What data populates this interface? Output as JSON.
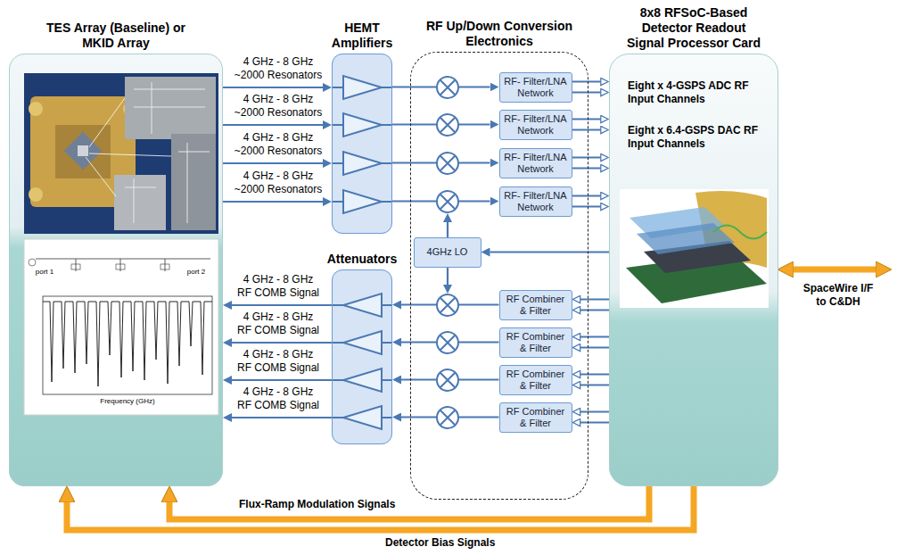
{
  "diagram": {
    "nodes": [
      {
        "text": [
          "TES Array (Baseline) or MKID Array"
        ]
      },
      {
        "text": [
          "HEMT Amplifiers"
        ]
      },
      {
        "text": [
          "Attenuators"
        ]
      },
      {
        "text": [
          "RF Up/Down Conversion Electronics"
        ]
      },
      {
        "text": [
          "RF- Filter/LNA Network"
        ],
        "in": 3
      },
      {
        "text": [
          "RF- Filter/LNA Network"
        ],
        "in": 3
      },
      {
        "text": [
          "RF- Filter/LNA Network"
        ],
        "in": 3
      },
      {
        "text": [
          "RF- Filter/LNA Network"
        ],
        "in": 3
      },
      {
        "text": [
          "4GHz LO"
        ],
        "in": 3
      },
      {
        "text": [
          "RF Combiner & Filter"
        ],
        "in": 3
      },
      {
        "text": [
          "RF Combiner & Filter"
        ],
        "in": 3
      },
      {
        "text": [
          "RF Combiner & Filter"
        ],
        "in": 3
      },
      {
        "text": [
          "RF Combiner & Filter"
        ],
        "in": 3
      },
      {
        "text": [
          "8x8 RFSoC-Based Detector Readout Signal Processor Card",
          "Eight x 4-GSPS ADC RF Input Channels",
          "Eight x 6.4-GSPS DAC RF Input Channels"
        ]
      }
    ],
    "edges": [
      {
        "from": 0,
        "to": 1,
        "arrow": "to",
        "label": "4 GHz - 8 GHz ~2000 Resonators"
      },
      {
        "from": 0,
        "to": 1,
        "arrow": "to",
        "label": "4 GHz - 8 GHz ~2000 Resonators"
      },
      {
        "from": 0,
        "to": 1,
        "arrow": "to",
        "label": "4 GHz - 8 GHz ~2000 Resonators"
      },
      {
        "from": 0,
        "to": 1,
        "arrow": "to",
        "label": "4 GHz - 8 GHz ~2000 Resonators"
      },
      {
        "from": 1,
        "to": 4,
        "arrow": "to"
      },
      {
        "from": 1,
        "to": 5,
        "arrow": "to"
      },
      {
        "from": 1,
        "to": 6,
        "arrow": "to"
      },
      {
        "from": 1,
        "to": 7,
        "arrow": "to"
      },
      {
        "from": 4,
        "to": 13,
        "arrow": "to"
      },
      {
        "from": 4,
        "to": 13,
        "arrow": "to"
      },
      {
        "from": 5,
        "to": 13,
        "arrow": "to"
      },
      {
        "from": 5,
        "to": 13,
        "arrow": "to"
      },
      {
        "from": 6,
        "to": 13,
        "arrow": "to"
      },
      {
        "from": 6,
        "to": 13,
        "arrow": "to"
      },
      {
        "from": 7,
        "to": 13,
        "arrow": "to"
      },
      {
        "from": 7,
        "to": 13,
        "arrow": "to"
      },
      {
        "from": 13,
        "to": 9,
        "arrow": "to"
      },
      {
        "from": 13,
        "to": 9,
        "arrow": "to"
      },
      {
        "from": 13,
        "to": 10,
        "arrow": "to"
      },
      {
        "from": 13,
        "to": 10,
        "arrow": "to"
      },
      {
        "from": 13,
        "to": 11,
        "arrow": "to"
      },
      {
        "from": 13,
        "to": 11,
        "arrow": "to"
      },
      {
        "from": 13,
        "to": 12,
        "arrow": "to"
      },
      {
        "from": 13,
        "to": 12,
        "arrow": "to"
      },
      {
        "from": 13,
        "to": 8,
        "arrow": "to"
      },
      {
        "from": 9,
        "to": 2,
        "arrow": "to"
      },
      {
        "from": 10,
        "to": 2,
        "arrow": "to"
      },
      {
        "from": 11,
        "to": 2,
        "arrow": "to"
      },
      {
        "from": 12,
        "to": 2,
        "arrow": "to"
      },
      {
        "from": 2,
        "to": 0,
        "arrow": "to",
        "label": "4 GHz - 8 GHz RF COMB Signal"
      },
      {
        "from": 2,
        "to": 0,
        "arrow": "to",
        "label": "4 GHz - 8 GHz RF COMB Signal"
      },
      {
        "from": 2,
        "to": 0,
        "arrow": "to",
        "label": "4 GHz - 8 GHz RF COMB Signal"
      },
      {
        "from": 2,
        "to": 0,
        "arrow": "to",
        "label": "4 GHz - 8 GHz RF COMB Signal"
      },
      {
        "from": 13,
        "to": 0,
        "arrow": "to",
        "label": "Flux-Ramp Modulation Signals"
      },
      {
        "from": 13,
        "to": 0,
        "arrow": "to",
        "label": "Detector Bias Signals"
      }
    ],
    "labels": [
      "port 1",
      "port 2",
      "Frequency (GHz)",
      "SpaceWire I/F to C&DH"
    ]
  }
}
